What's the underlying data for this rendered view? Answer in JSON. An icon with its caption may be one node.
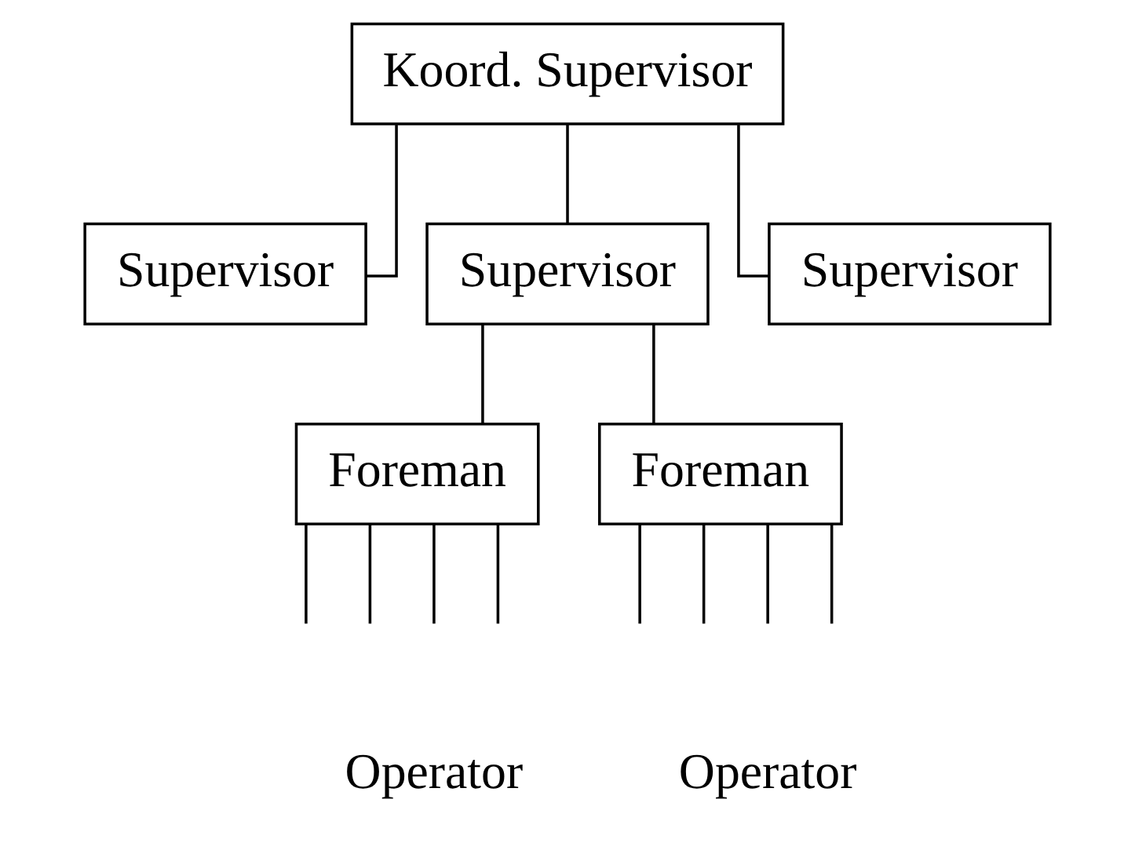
{
  "diagram": {
    "nodes": [
      {
        "text": [
          "Koord. Supervisor"
        ]
      },
      {
        "text": [
          "Supervisor"
        ]
      },
      {
        "text": [
          "Supervisor"
        ]
      },
      {
        "text": [
          "Supervisor"
        ]
      },
      {
        "text": [
          "Foreman"
        ]
      },
      {
        "text": [
          "Foreman"
        ]
      }
    ],
    "edges": [
      {
        "from": 0,
        "to": 1,
        "arrow": "none"
      },
      {
        "from": 0,
        "to": 2,
        "arrow": "none"
      },
      {
        "from": 0,
        "to": 3,
        "arrow": "none"
      },
      {
        "from": 2,
        "to": 4,
        "arrow": "none"
      },
      {
        "from": 2,
        "to": 5,
        "arrow": "none"
      },
      {
        "from": 4,
        "to": null,
        "arrow": "none"
      },
      {
        "from": 4,
        "to": null,
        "arrow": "none"
      },
      {
        "from": 4,
        "to": null,
        "arrow": "none"
      },
      {
        "from": 4,
        "to": null,
        "arrow": "none"
      },
      {
        "from": 5,
        "to": null,
        "arrow": "none"
      },
      {
        "from": 5,
        "to": null,
        "arrow": "none"
      },
      {
        "from": 5,
        "to": null,
        "arrow": "none"
      },
      {
        "from": 5,
        "to": null,
        "arrow": "none"
      }
    ],
    "labels": [
      "Operator",
      "Operator"
    ]
  }
}
